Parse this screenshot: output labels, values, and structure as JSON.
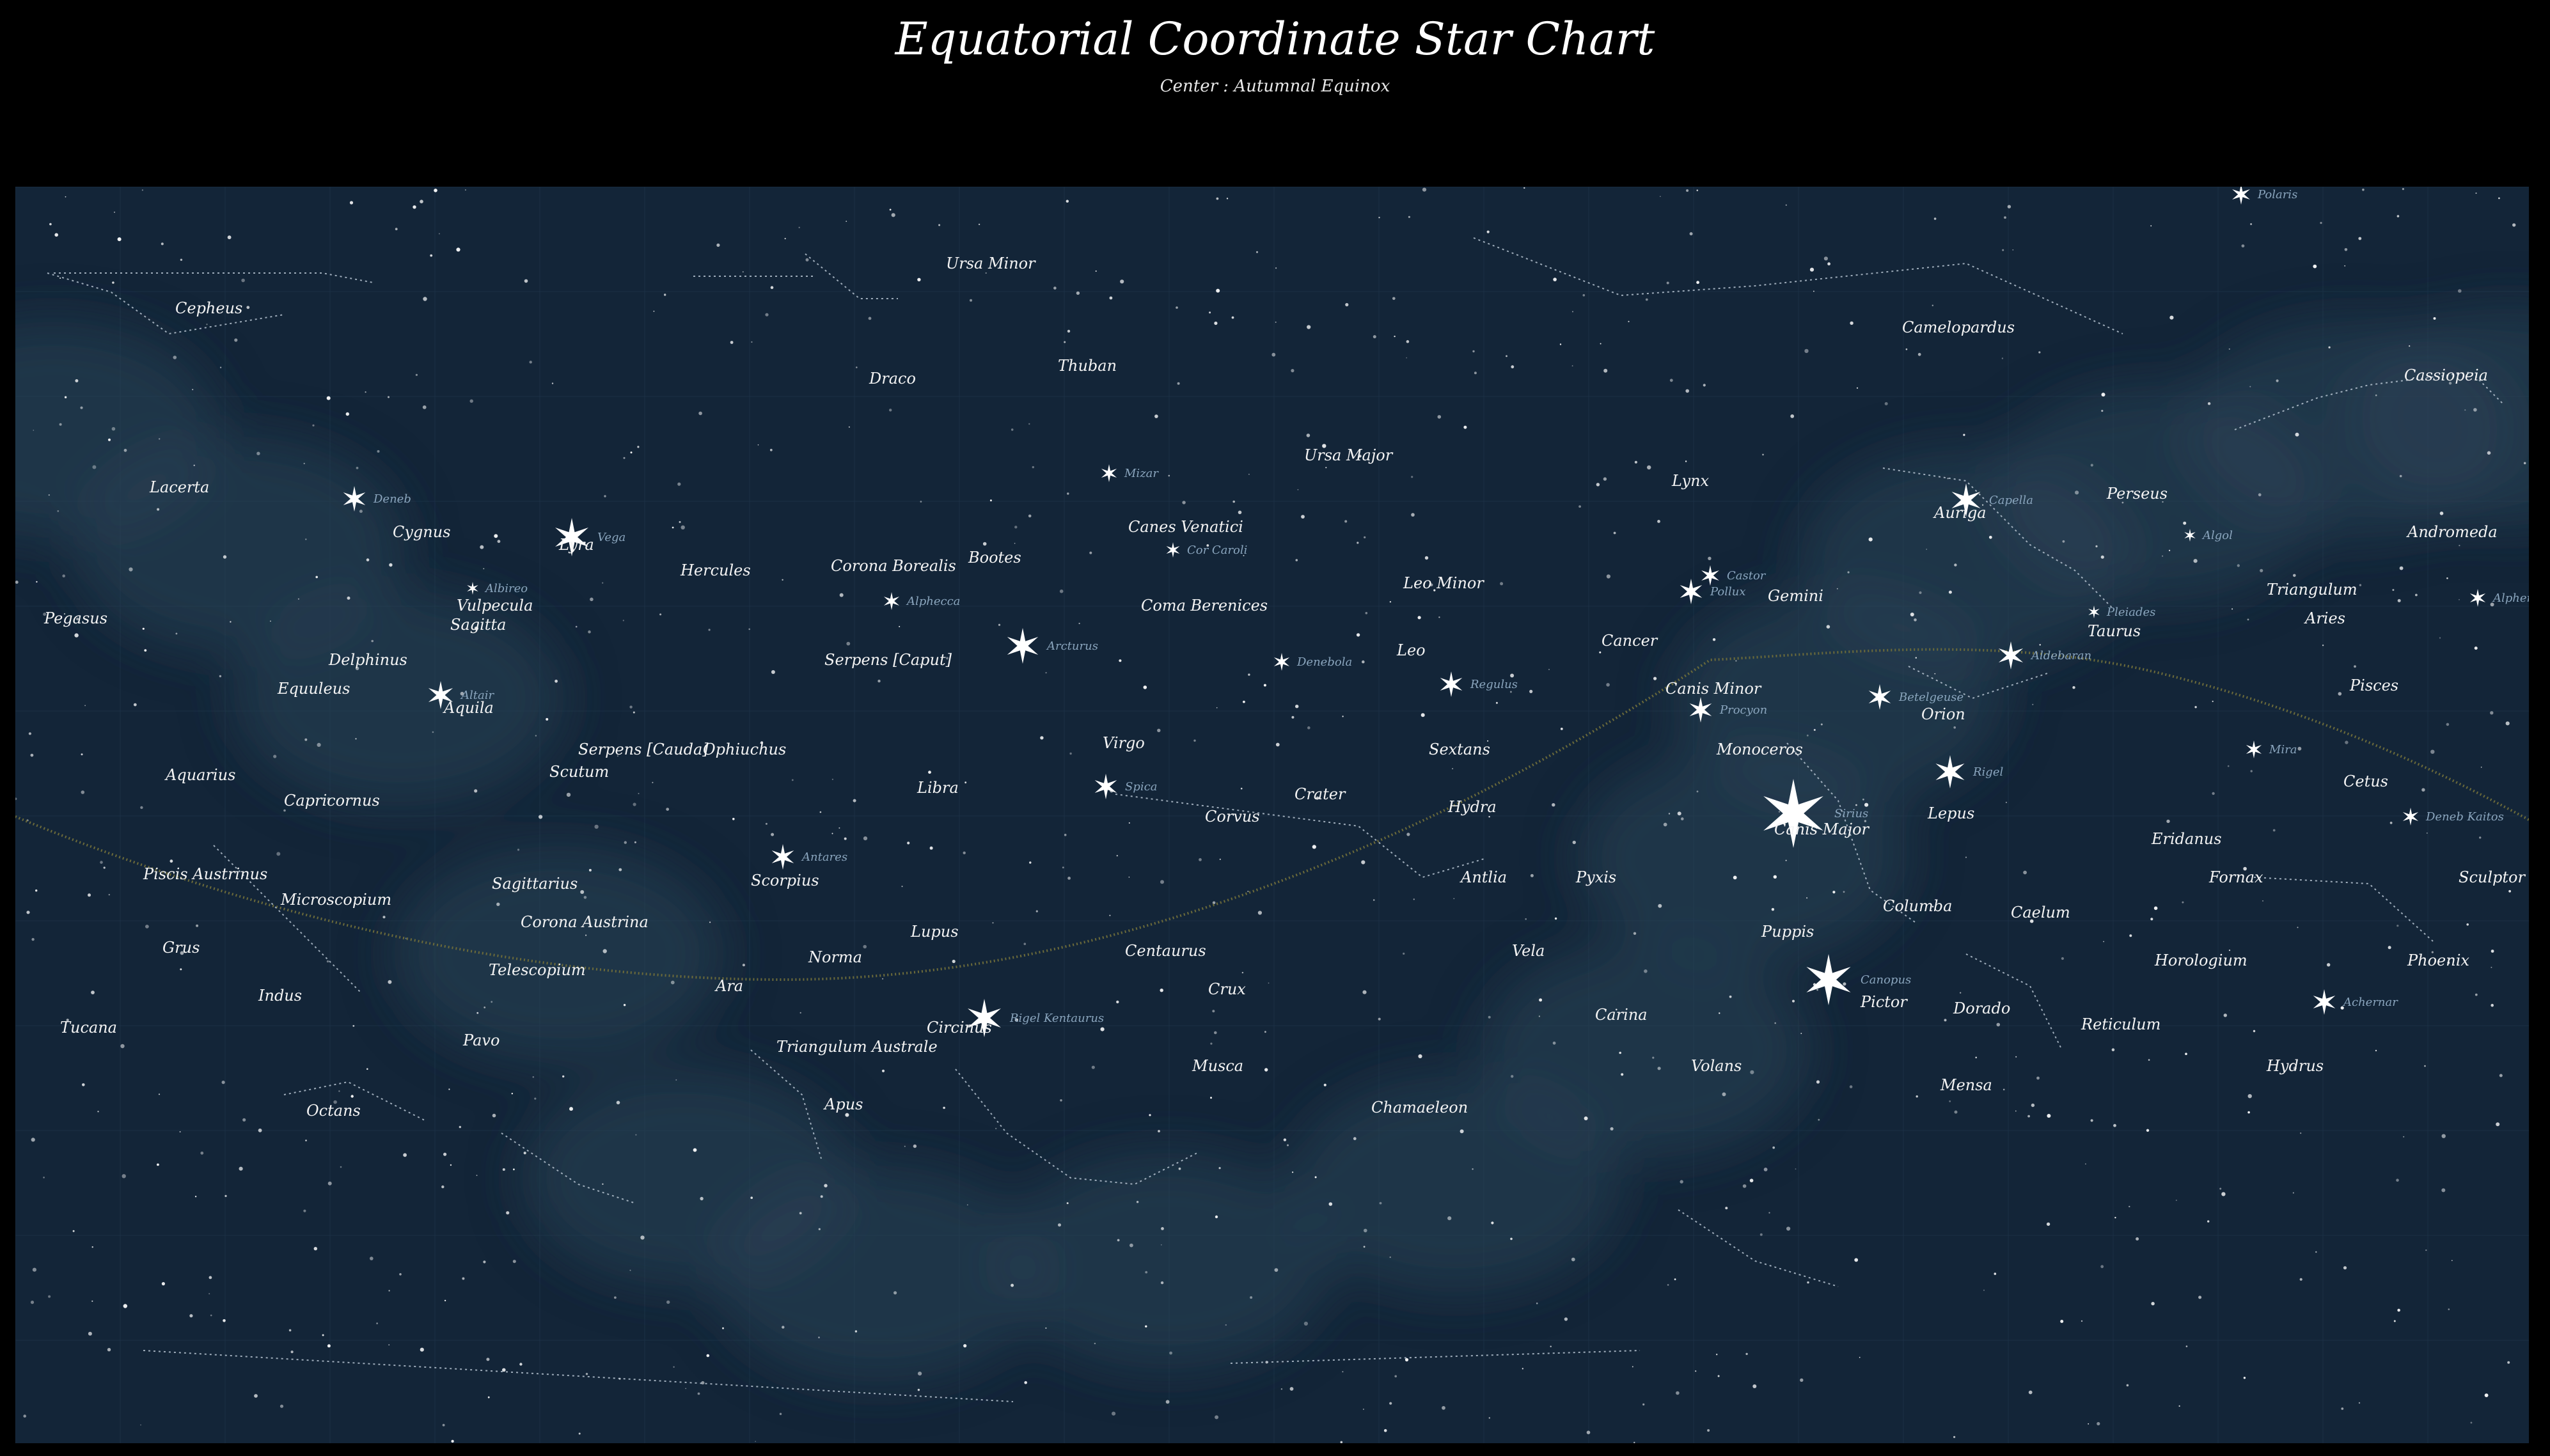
{
  "title": "Equatorial Coordinate Star Chart",
  "subtitle": "Center : Autumnal Equinox",
  "colors": {
    "background": "#000000",
    "sky": "#132538",
    "milky_way": "#2a4257",
    "ecliptic": "#6b6a3a",
    "star": "#ffffff"
  },
  "constellations": [
    "Ursa Minor",
    "Cepheus",
    "Camelopardus",
    "Cassiopeia",
    "Draco",
    "Thuban",
    "Ursa Major",
    "Lacerta",
    "Cygnus",
    "Lyra",
    "Canes Venatici",
    "Lynx",
    "Auriga",
    "Perseus",
    "Andromeda",
    "Hercules",
    "Corona Borealis",
    "Bootes",
    "Leo Minor",
    "Triangulum",
    "Pegasus",
    "Vulpecula",
    "Sagitta",
    "Coma Berenices",
    "Gemini",
    "Aries",
    "Delphinus",
    "Taurus",
    "Equuleus",
    "Serpens [Caput]",
    "Leo",
    "Cancer",
    "Pisces",
    "Aquila",
    "Canis Minor",
    "Orion",
    "Serpens [Cauda]",
    "Ophiuchus",
    "Virgo",
    "Sextans",
    "Monoceros",
    "Scutum",
    "Aquarius",
    "Capricornus",
    "Libra",
    "Crater",
    "Hydra",
    "Corvus",
    "Lepus",
    "Cetus",
    "Canis Major",
    "Eridanus",
    "Piscis Austrinus",
    "Sagittarius",
    "Scorpius",
    "Antlia",
    "Pyxis",
    "Fornax",
    "Sculptor",
    "Microscopium",
    "Corona Austrina",
    "Columba",
    "Caelum",
    "Grus",
    "Lupus",
    "Puppis",
    "Centaurus",
    "Norma",
    "Vela",
    "Horologium",
    "Phoenix",
    "Telescopium",
    "Ara",
    "Indus",
    "Crux",
    "Pictor",
    "Dorado",
    "Tucana",
    "Circinus",
    "Carina",
    "Reticulum",
    "Pavo",
    "Triangulum Australe",
    "Musca",
    "Volans",
    "Hydrus",
    "Mensa",
    "Apus",
    "Octans",
    "Chamaeleon"
  ],
  "stars": [
    "Polaris",
    "Deneb",
    "Vega",
    "Cor Caroli",
    "Mizar",
    "Capella",
    "Algol",
    "Albireo",
    "Alphecca",
    "Castor",
    "Pollux",
    "Pleiades",
    "Arcturus",
    "Denebola",
    "Regulus",
    "Aldebaran",
    "Altair",
    "Betelgeuse",
    "Procyon",
    "Mira",
    "Rigel",
    "Spica",
    "Sirius",
    "Deneb Kaitos",
    "Antares",
    "Canopus",
    "Achernar",
    "Rigel Kentaurus",
    "Alpheratz"
  ]
}
